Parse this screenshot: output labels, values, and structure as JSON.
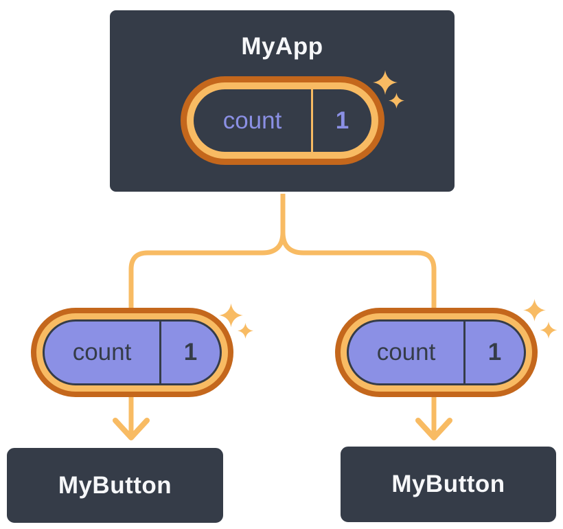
{
  "diagram": {
    "root": {
      "title": "MyApp",
      "state": {
        "name": "count",
        "value": "1"
      }
    },
    "children": [
      {
        "title": "MyButton",
        "state": {
          "name": "count",
          "value": "1"
        }
      },
      {
        "title": "MyButton",
        "state": {
          "name": "count",
          "value": "1"
        }
      }
    ]
  },
  "icons": {
    "sparkles": "four-point-star"
  },
  "colors": {
    "background": "#FFFFFF",
    "card_fill": "#353C48",
    "card_border": "#FFFFFF",
    "card_text": "#F6F7F9",
    "wire_orange": "#F8BB63",
    "ring_orange_dark": "#C4671C",
    "state_purple": "#8B90E5",
    "pill_text_dark": "#353C48"
  }
}
